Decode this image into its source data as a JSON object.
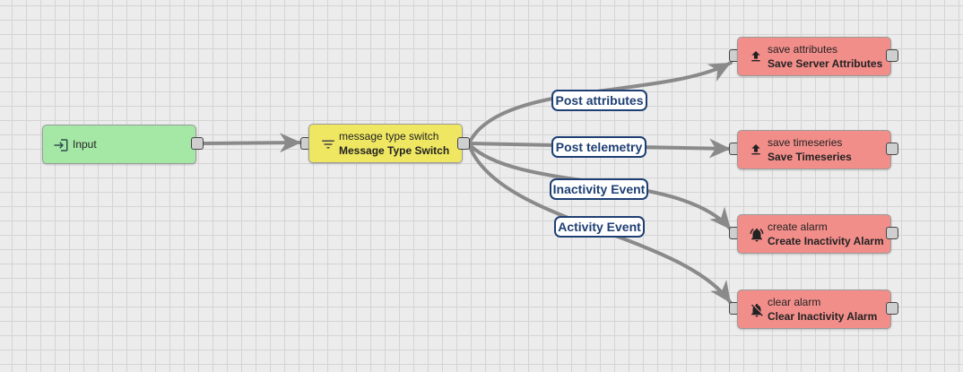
{
  "nodes": {
    "input": {
      "name": "Input"
    },
    "message_type_switch": {
      "type": "message type switch",
      "name": "Message Type Switch"
    },
    "save_attributes": {
      "type": "save attributes",
      "name": "Save Server Attributes"
    },
    "save_timeseries": {
      "type": "save timeseries",
      "name": "Save Timeseries"
    },
    "create_alarm": {
      "type": "create alarm",
      "name": "Create Inactivity Alarm"
    },
    "clear_alarm": {
      "type": "clear alarm",
      "name": "Clear Inactivity Alarm"
    }
  },
  "links": [
    {
      "from": "Input",
      "to": "Message Type Switch",
      "label": ""
    },
    {
      "from": "Message Type Switch",
      "to": "Save Server Attributes",
      "label": "Post attributes"
    },
    {
      "from": "Message Type Switch",
      "to": "Save Timeseries",
      "label": "Post telemetry"
    },
    {
      "from": "Message Type Switch",
      "to": "Create Inactivity Alarm",
      "label": "Inactivity Event"
    },
    {
      "from": "Message Type Switch",
      "to": "Clear Inactivity Alarm",
      "label": "Activity Event"
    }
  ],
  "icons": {
    "input": "login-icon",
    "switch": "filter-icon",
    "save_attributes": "upload-icon",
    "save_timeseries": "upload-icon",
    "create_alarm": "notifications-active-icon",
    "clear_alarm": "notifications-off-icon"
  },
  "colors": {
    "input_node": "#a5e8a6",
    "filter_node": "#efe762",
    "action_node": "#f28e8a",
    "link": "#8a8a8a",
    "label_border": "#1e3f73"
  }
}
